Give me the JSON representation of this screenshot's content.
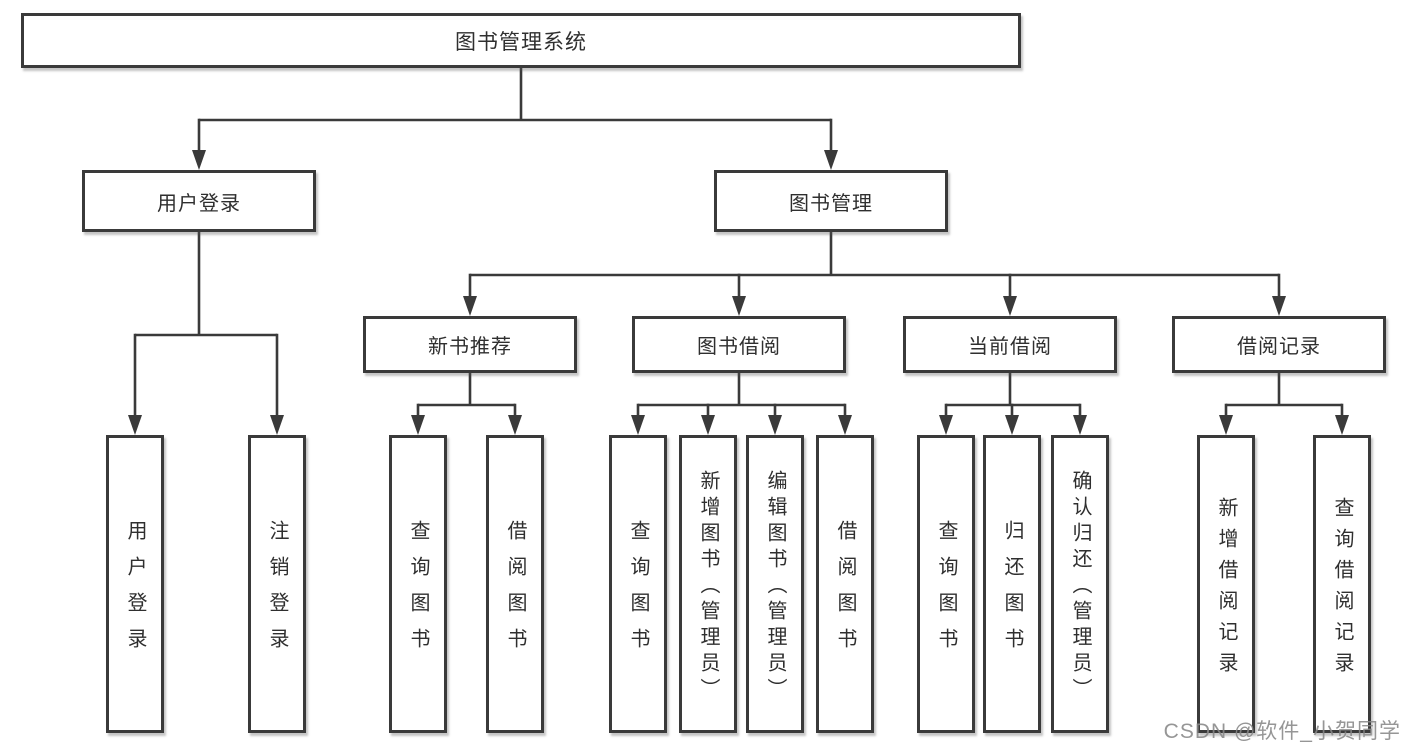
{
  "diagram": {
    "root": {
      "label": "图书管理系统"
    },
    "level2": [
      {
        "label": "用户登录"
      },
      {
        "label": "图书管理"
      }
    ],
    "level3": [
      {
        "label": "新书推荐"
      },
      {
        "label": "图书借阅"
      },
      {
        "label": "当前借阅"
      },
      {
        "label": "借阅记录"
      }
    ],
    "leaves": {
      "user_login": [
        {
          "label": "用户登录"
        },
        {
          "label": "注销登录"
        }
      ],
      "new_book": [
        {
          "label": "查询图书"
        },
        {
          "label": "借阅图书"
        }
      ],
      "book_borrow": [
        {
          "label": "查询图书"
        },
        {
          "label": "新增图书（管理员）"
        },
        {
          "label": "编辑图书（管理员）"
        },
        {
          "label": "借阅图书"
        }
      ],
      "current_borrow": [
        {
          "label": "查询图书"
        },
        {
          "label": "归还图书"
        },
        {
          "label": "确认归还（管理员）"
        }
      ],
      "borrow_records": [
        {
          "label": "新增借阅记录"
        },
        {
          "label": "查询借阅记录"
        }
      ]
    },
    "watermark": "CSDN @软件_小贺同学",
    "colors": {
      "line": "#3a3a3a",
      "box_background": "#ffffff",
      "text": "#2f2f2f",
      "watermark": "#878787"
    }
  }
}
